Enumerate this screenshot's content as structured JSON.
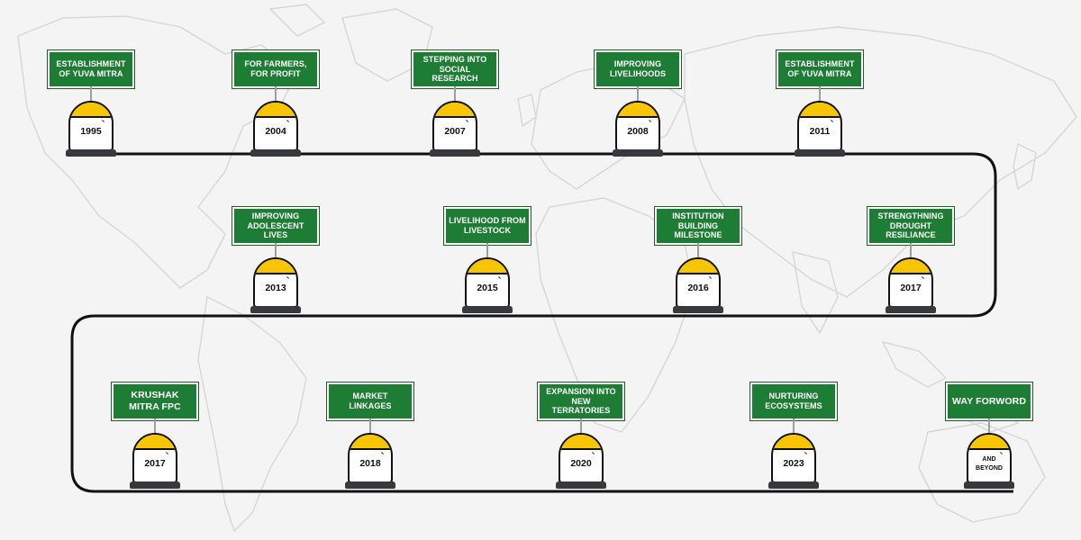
{
  "colors": {
    "sign_green": "#1e7d35",
    "stone_yellow": "#f7c600",
    "road_black": "#111111",
    "base_dark": "#37393d",
    "map_lines": "#d9d9d9"
  },
  "rows": [
    [
      {
        "label": "ESTABLISHMENT OF YUVA MITRA",
        "year": "1995"
      },
      {
        "label": "FOR FARMERS, FOR PROFIT",
        "year": "2004"
      },
      {
        "label": "STEPPING INTO SOCIAL RESEARCH",
        "year": "2007"
      },
      {
        "label": "IMPROVING LIVELIHOODS",
        "year": "2008"
      },
      {
        "label": "ESTABLISHMENT OF YUVA MITRA",
        "year": "2011"
      }
    ],
    [
      {
        "label": "IMPROVING ADOLESCENT LIVES",
        "year": "2013"
      },
      {
        "label": "LIVELIHOOD FROM LIVESTOCK",
        "year": "2015"
      },
      {
        "label": "INSTITUTION BUILDING MILESTONE",
        "year": "2016"
      },
      {
        "label": "STRENGTHNING DROUGHT RESILIANCE",
        "year": "2017"
      }
    ],
    [
      {
        "label": "KRUSHAK MITRA FPC",
        "year": "2017"
      },
      {
        "label": "MARKET LINKAGES",
        "year": "2018"
      },
      {
        "label": "EXPANSION INTO NEW TERRATORIES",
        "year": "2020"
      },
      {
        "label": "NURTURING ECOSYSTEMS",
        "year": "2023"
      },
      {
        "label": "WAY FORWORD",
        "year": "AND BEYOND"
      }
    ]
  ]
}
